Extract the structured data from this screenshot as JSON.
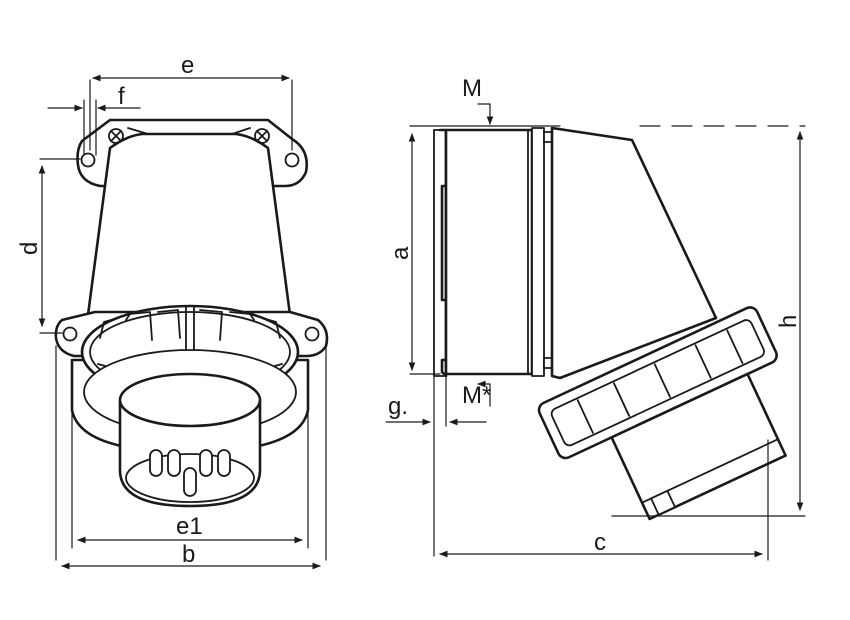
{
  "colors": {
    "line": "#1a1a1a",
    "background": "#ffffff"
  },
  "front_view": {
    "labels": {
      "e": "e",
      "f": "f",
      "d": "d",
      "e1": "e1",
      "b": "b"
    }
  },
  "side_view": {
    "labels": {
      "M": "M",
      "a": "a",
      "M_star": "M*",
      "g": "g.",
      "h": "h",
      "c": "c"
    }
  }
}
